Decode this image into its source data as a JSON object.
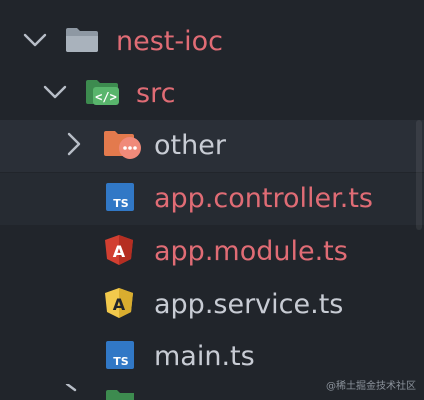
{
  "tree": {
    "top_folder": {
      "label": "nest-ioc",
      "label_color": "#e06c75"
    },
    "src_folder": {
      "label": "src",
      "label_color": "#e06c75"
    },
    "items": [
      {
        "label": "other",
        "icon": "folder-icon",
        "label_color": "#c8ccd4"
      },
      {
        "label": "app.controller.ts",
        "icon": "typescript-file-icon",
        "label_color": "#e06c75"
      },
      {
        "label": "app.module.ts",
        "icon": "angular-icon",
        "label_color": "#e06c75"
      },
      {
        "label": "app.service.ts",
        "icon": "angular-icon",
        "label_color": "#c8ccd4"
      },
      {
        "label": "main.ts",
        "icon": "typescript-file-icon",
        "label_color": "#c8ccd4"
      }
    ]
  },
  "icons": {
    "ts_badge": "TS",
    "angular_letter": "A",
    "code_symbol": "</>"
  },
  "watermark": "@稀土掘金技术社区",
  "colors": {
    "background": "#21252b",
    "active_row": "#2a2f37",
    "folder_gray": "#9aa3ad",
    "src_green": "#3d8b4f",
    "other_orange": "#e37a4d",
    "ts_blue": "#3178c6",
    "angular_red": "#d23f31",
    "angular_yellow": "#f2c94c"
  }
}
